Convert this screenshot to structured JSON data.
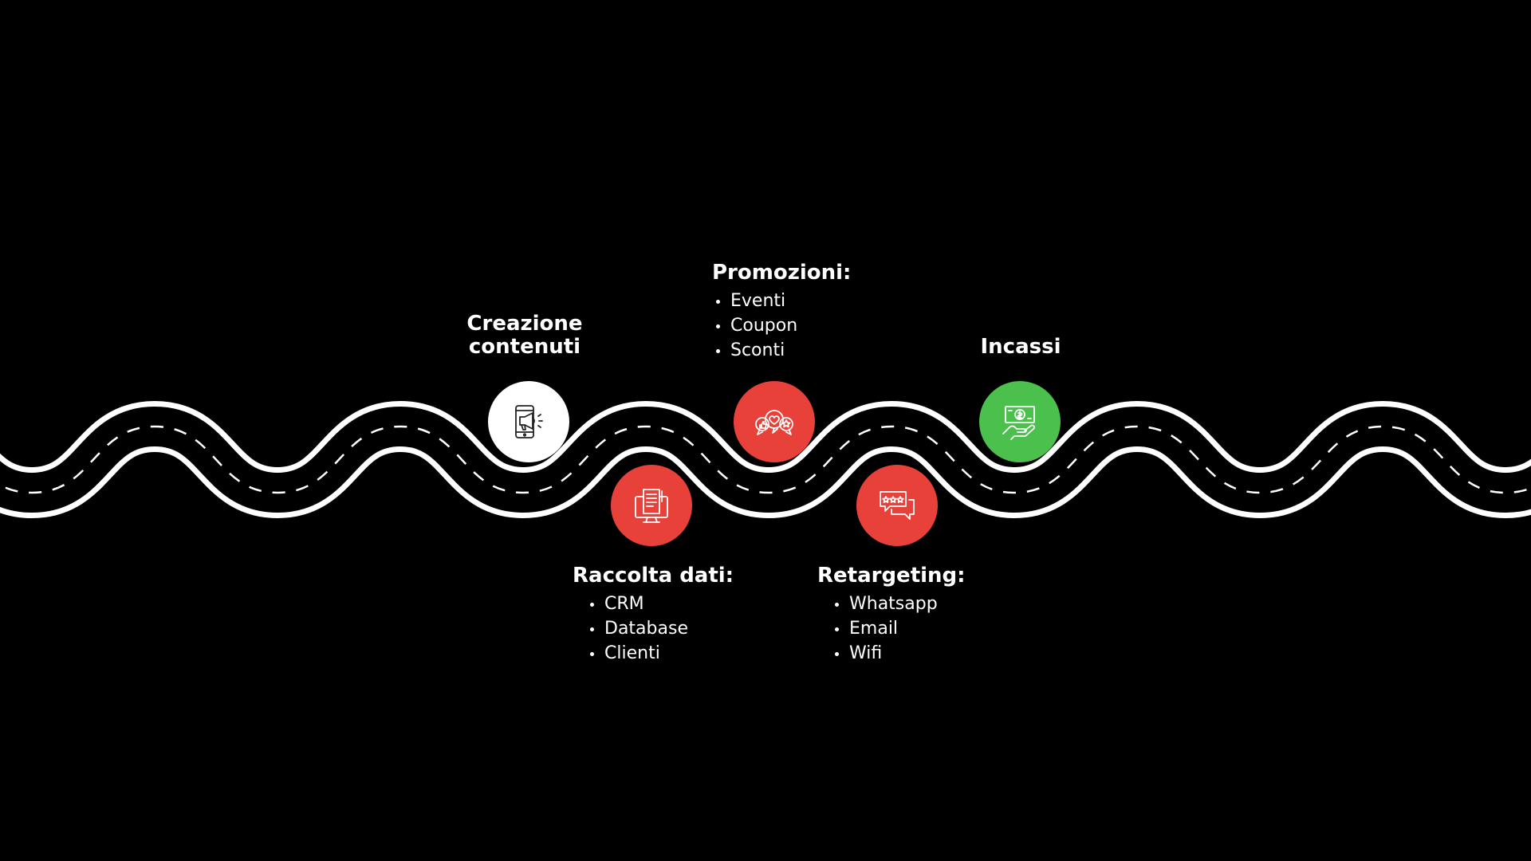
{
  "colors": {
    "background": "#000000",
    "road": "#000000",
    "road_edge": "#ffffff",
    "lane_dash": "#ffffff",
    "step_white": "#ffffff",
    "step_red": "#e8413a",
    "step_green": "#4cc04d"
  },
  "steps": [
    {
      "id": "creazione",
      "title_lines": [
        "Creazione",
        "contenuti"
      ],
      "items": [],
      "color": "#ffffff",
      "icon": "smartphone-megaphone-icon"
    },
    {
      "id": "raccolta",
      "title": "Raccolta dati:",
      "items": [
        "CRM",
        "Database",
        "Clienti"
      ],
      "color": "#e8413a",
      "icon": "monitor-document-icon"
    },
    {
      "id": "promozioni",
      "title": "Promozioni:",
      "items": [
        "Eventi",
        "Coupon",
        "Sconti"
      ],
      "color": "#e8413a",
      "icon": "social-reactions-icon"
    },
    {
      "id": "retargeting",
      "title": "Retargeting:",
      "items": [
        "Whatsapp",
        "Email",
        "Wifi"
      ],
      "color": "#e8413a",
      "icon": "chat-rating-icon"
    },
    {
      "id": "incassi",
      "title": "Incassi",
      "items": [],
      "color": "#4cc04d",
      "icon": "hand-money-icon"
    }
  ]
}
